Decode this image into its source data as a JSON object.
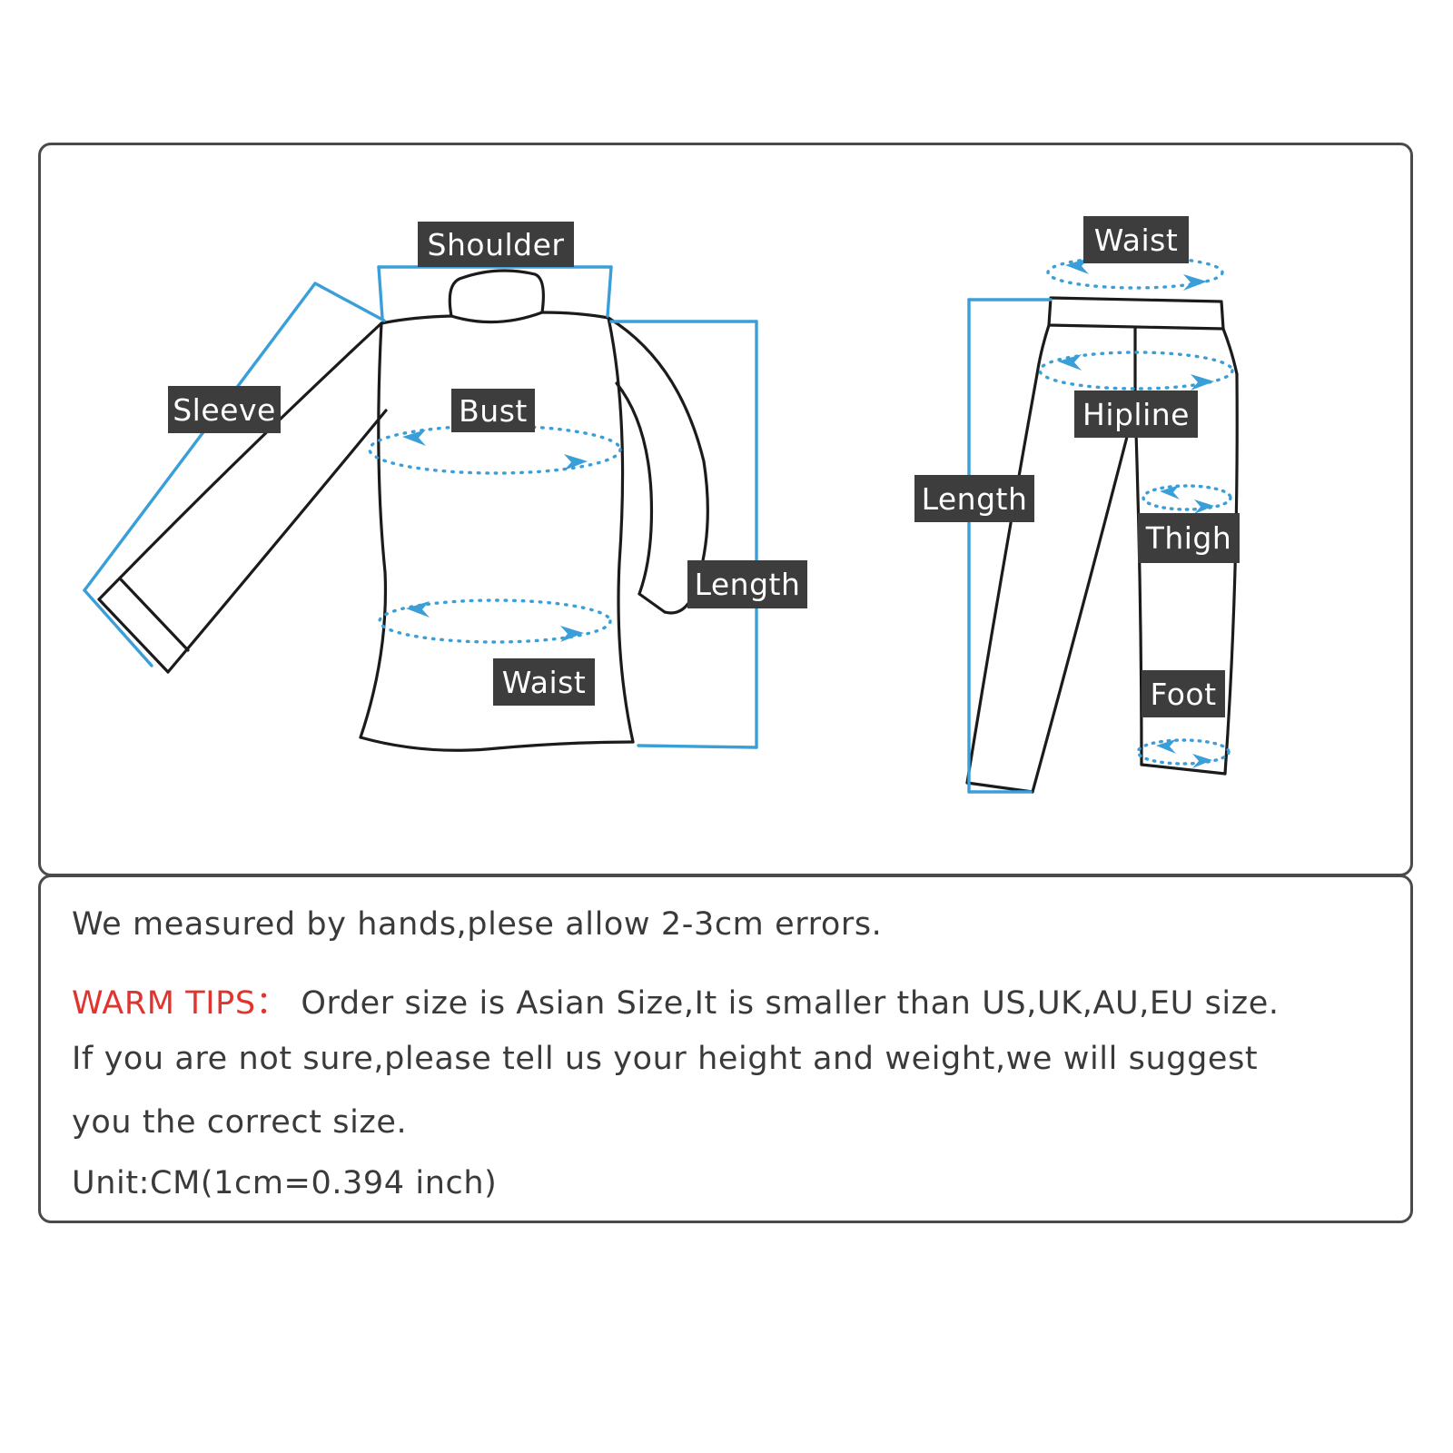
{
  "panel": {
    "shirt_labels": {
      "shoulder": "Shoulder",
      "sleeve": "Sleeve",
      "bust": "Bust",
      "waist": "Waist",
      "length": "Length"
    },
    "pants_labels": {
      "waist": "Waist",
      "hipline": "Hipline",
      "length": "Length",
      "thigh": "Thigh",
      "foot": "Foot"
    },
    "colors": {
      "measure_blue": "#3a9fd8",
      "outline_black": "#1b1b1b",
      "label_bg": "#3d3d3d",
      "label_text": "#ffffff",
      "warm_tips_red": "#e2342e",
      "border_gray": "#4a4a4a"
    }
  },
  "notes": {
    "line1": "We measured by hands,plese allow 2-3cm errors.",
    "warm_tips_label": "WARM TIPS：",
    "line2": "Order size is Asian Size,It is smaller than US,UK,AU,EU size.",
    "line3": "If you are not sure,please tell us your height and weight,we will suggest",
    "line4": "you the correct size.",
    "line5": "Unit:CM(1cm=0.394 inch)"
  }
}
